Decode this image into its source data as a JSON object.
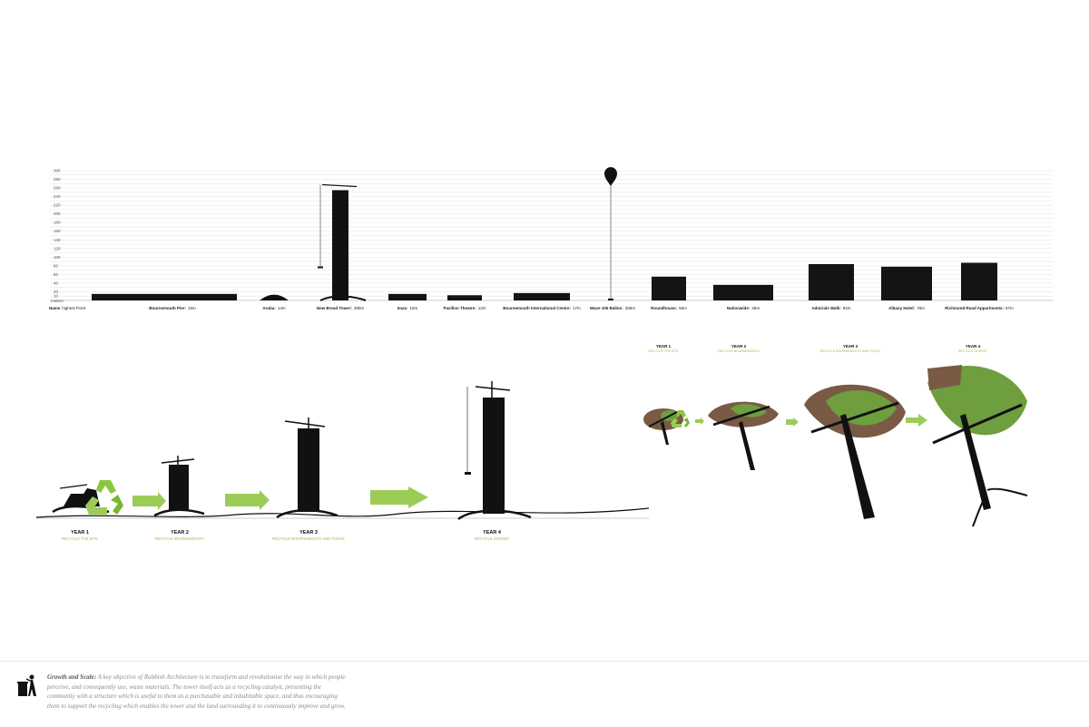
{
  "chart_data": {
    "type": "bar",
    "y_unit": "meters",
    "y_ticks": [
      10,
      20,
      40,
      60,
      80,
      100,
      120,
      140,
      160,
      180,
      200,
      220,
      240,
      260,
      280,
      300
    ],
    "ylim": [
      0,
      300
    ],
    "name_header": "Name",
    "height_header": "highest Point",
    "categories": [
      {
        "name": "Bournemouth Pier",
        "height": "15m",
        "value": 15
      },
      {
        "name": "Aruba",
        "height": "14m",
        "value": 14
      },
      {
        "name": "New Bread Tower",
        "height": "280m",
        "value": 280
      },
      {
        "name": "Imax",
        "height": "15m",
        "value": 15
      },
      {
        "name": "Pavilion Theatre",
        "height": "12m",
        "value": 12
      },
      {
        "name": "Bournemouth International Centre",
        "height": "17m",
        "value": 17
      },
      {
        "name": "Wave 105 Ballon",
        "height": "285m",
        "value": 285
      },
      {
        "name": "Roundhouse",
        "height": "55m",
        "value": 55
      },
      {
        "name": "Nationwide",
        "height": "36m",
        "value": 36
      },
      {
        "name": "Admirals Walk",
        "height": "84m",
        "value": 84
      },
      {
        "name": "Albany Hotel",
        "height": "78m",
        "value": 78
      },
      {
        "name": "Richmond Road Appartments",
        "height": "87m",
        "value": 87
      }
    ]
  },
  "growth": {
    "towers": [
      {
        "year": "YEAR 1",
        "caption": "RECYCLE THE SITE"
      },
      {
        "year": "YEAR 2",
        "caption": "RECYCLE BOURNEMOUTH"
      },
      {
        "year": "YEAR 3",
        "caption": "RECYCLE BOURNEMOUTH AND POOLE"
      },
      {
        "year": "YEAR 4",
        "caption": "RECYCLE DORSET"
      }
    ],
    "trees": [
      {
        "year": "YEAR 1",
        "caption": "RECYCLE THE SITE"
      },
      {
        "year": "YEAR 2",
        "caption": "RECYCLE BOURNEMOUTH"
      },
      {
        "year": "YEAR 3",
        "caption": "RECYCLE BOURNEMOUTH AND POOLE"
      },
      {
        "year": "YEAR 4",
        "caption": "RECYCLE DORSET"
      }
    ]
  },
  "footer": {
    "title": "Growth and Scale:",
    "text": "A key objective of Rubbish Architecture is to transform and revolutionise the way in which people perceive, and consequently use, waste materials. The tower itself acts as a recycling catalyst, presenting the community with a structure which is useful to them as a purchasable and inhabitable space, and thus encouraging them to support the recycling which enables the tower and the land surrounding it to continuously improve and grow."
  },
  "colors": {
    "accent": "#8cc63f",
    "ink": "#111111",
    "grid": "#d8d8d8",
    "soil": "#7a5a45",
    "leaf": "#6f9e3e"
  }
}
